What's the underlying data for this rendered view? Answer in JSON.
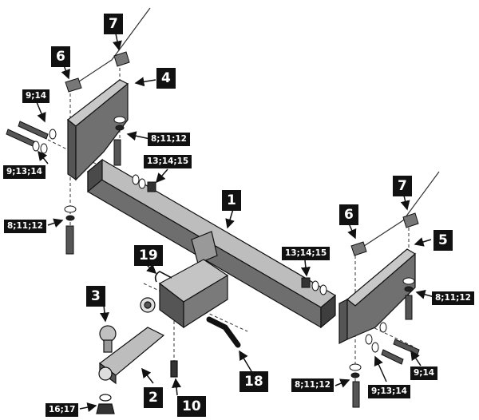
{
  "labels": {
    "l1": "1",
    "l2": "2",
    "l3": "3",
    "l4": "4",
    "l5": "5",
    "l6_left": "6",
    "l6_right": "6",
    "l7_left": "7",
    "l7_right": "7",
    "l10": "10",
    "l18": "18",
    "l19": "19",
    "c_9_14_left": "9;14",
    "c_9_13_14_left": "9;13;14",
    "c_8_11_12_upper_left": "8;11;12",
    "c_13_14_15_left": "13;14;15",
    "c_8_11_12_lower_left": "8;11;12",
    "c_13_14_15_right": "13;14;15",
    "c_8_11_12_right": "8;11;12",
    "c_9_14_right": "9;14",
    "c_9_13_14_right": "9;13;14",
    "c_8_11_12_bottom": "8;11;12",
    "c_16_17": "16;17"
  },
  "colors": {
    "part_dark": "#4a4a4a",
    "part_mid": "#7a7a7a",
    "part_light": "#b9b9b9",
    "outline": "#111111",
    "label_bg": "#111111",
    "label_text": "#ffffff"
  }
}
